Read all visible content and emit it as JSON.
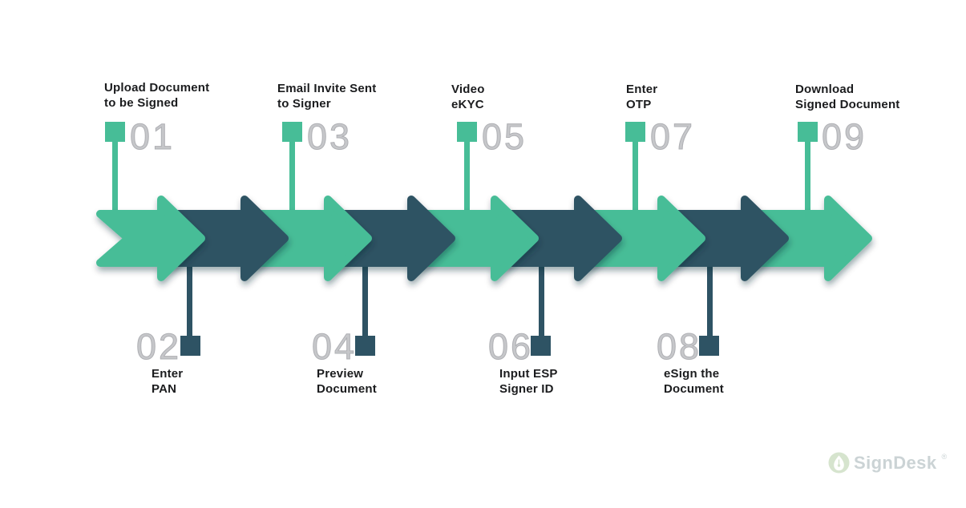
{
  "diagram": {
    "type": "process-flow",
    "description": "Nine-step eSign workflow shown as an alternating arrow timeline"
  },
  "colors": {
    "green": "#47BD97",
    "dark": "#2E5364",
    "number": "#C6C7CA",
    "number_stroke": "#AFB0B4",
    "label": "#1B1C1E",
    "logo_icon": "#CFE0C6",
    "logo_text": "#C2CCCE"
  },
  "steps": [
    {
      "number": "01",
      "label": "Upload Document\nto be Signed",
      "side": "top",
      "color": "green"
    },
    {
      "number": "02",
      "label": "Enter\nPAN",
      "side": "bottom",
      "color": "dark"
    },
    {
      "number": "03",
      "label": "Email Invite Sent\nto Signer",
      "side": "top",
      "color": "green"
    },
    {
      "number": "04",
      "label": "Preview\nDocument",
      "side": "bottom",
      "color": "dark"
    },
    {
      "number": "05",
      "label": "Video\neKYC",
      "side": "top",
      "color": "green"
    },
    {
      "number": "06",
      "label": "Input ESP\nSigner ID",
      "side": "bottom",
      "color": "dark"
    },
    {
      "number": "07",
      "label": "Enter\nOTP",
      "side": "top",
      "color": "green"
    },
    {
      "number": "08",
      "label": "eSign the\nDocument",
      "side": "bottom",
      "color": "dark"
    },
    {
      "number": "09",
      "label": "Download\nSigned Document",
      "side": "top",
      "color": "green"
    }
  ],
  "logo": {
    "text": "SignDesk",
    "registered": "®"
  }
}
